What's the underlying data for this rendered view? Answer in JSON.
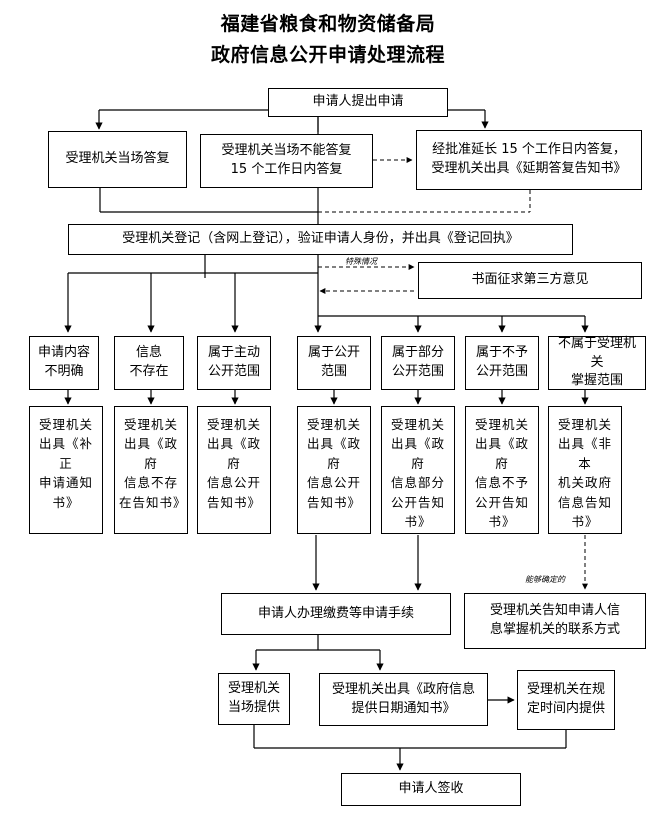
{
  "titles": [
    "福建省粮食和物资储备局",
    "政府信息公开申请处理流程"
  ],
  "boxes": {
    "apply": "申请人提出申请",
    "on_site": "受理机关当场答复",
    "cannot_on_site": [
      "受理机关当场不能答复",
      "15 个工作日内答复"
    ],
    "extend": [
      "经批准延长 15 个工作日内答复，",
      "受理机关出具《延期答复告知书》"
    ],
    "register": "受理机关登记（含网上登记），验证申请人身份，并出具《登记回执》",
    "third_party": "书面征求第三方意见",
    "categories": [
      [
        "申请内容",
        "不明确"
      ],
      [
        "信息",
        "不存在"
      ],
      [
        "属于主动",
        "公开范围"
      ],
      [
        "属于公开",
        "范围"
      ],
      [
        "属于部分",
        "公开范围"
      ],
      [
        "属于不予",
        "公开范围"
      ],
      [
        "不属于受理机关",
        "掌握范围"
      ]
    ],
    "notices": [
      [
        "受理机关",
        "出具《补正",
        "申请通知",
        "书》"
      ],
      [
        "受理机关",
        "出具《政府",
        "信息不存",
        "在告知书》"
      ],
      [
        "受理机关",
        "出具《政府",
        "信息公开",
        "告知书》"
      ],
      [
        "受理机关",
        "出具《政府",
        "信息公开",
        "告知书》"
      ],
      [
        "受理机关",
        "出具《政府",
        "信息部分",
        "公开告知",
        "书》"
      ],
      [
        "受理机关",
        "出具《政府",
        "信息不予",
        "公开告知",
        "书》"
      ],
      [
        "受理机关",
        "出具《非本",
        "机关政府",
        "信息告知",
        "书》"
      ]
    ],
    "fees": "申请人办理缴费等申请手续",
    "contact": [
      "受理机关告知申请人信",
      "息掌握机关的联系方式"
    ],
    "provide_on_site": [
      "受理机关",
      "当场提供"
    ],
    "date_notice": [
      "受理机关出具《政府信息",
      "提供日期通知书》"
    ],
    "provide_in_time": [
      "受理机关在规",
      "定时间内提供"
    ],
    "sign": "申请人签收"
  },
  "notes": {
    "special": "特殊情况",
    "determinable": "能够确定的"
  }
}
